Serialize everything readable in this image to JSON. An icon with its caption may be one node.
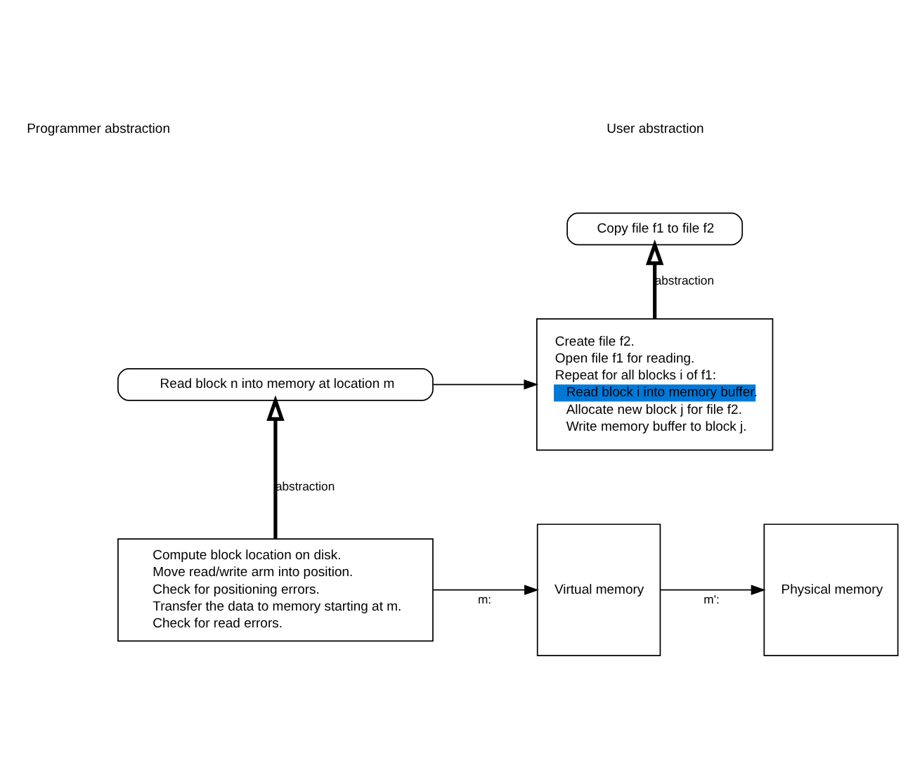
{
  "diagram": {
    "nodes": [
      {
        "text": [
          "Copy file f1 to file f2"
        ]
      },
      {
        "text": [
          "Create file f2.",
          "Open file f1 for reading.",
          "Repeat for all blocks i of f1:",
          "Read block i into memory buffer.",
          "Allocate new block j for file f2.",
          "Write memory buffer to block j."
        ]
      },
      {
        "text": [
          "Read block n into memory at location m"
        ]
      },
      {
        "text": [
          "Compute block location on disk.",
          "Move read/write arm into position.",
          "Check for positioning errors.",
          "Transfer the data to memory starting at m.",
          "Check for read errors."
        ]
      },
      {
        "text": [
          "Virtual memory"
        ]
      },
      {
        "text": [
          "Physical memory"
        ]
      }
    ],
    "edges": [
      {
        "from": 1,
        "to": 0,
        "arrow": "to",
        "label": "abstraction",
        "style": "thick"
      },
      {
        "from": 3,
        "to": 2,
        "arrow": "to",
        "label": "abstraction",
        "style": "thick"
      },
      {
        "from": 2,
        "to": 1,
        "arrow": "to"
      },
      {
        "from": 3,
        "to": 4,
        "arrow": "to",
        "label": "m:"
      },
      {
        "from": 4,
        "to": 5,
        "arrow": "to",
        "label": "m':"
      }
    ],
    "labels": [
      "Programmer abstraction",
      "User abstraction"
    ]
  }
}
